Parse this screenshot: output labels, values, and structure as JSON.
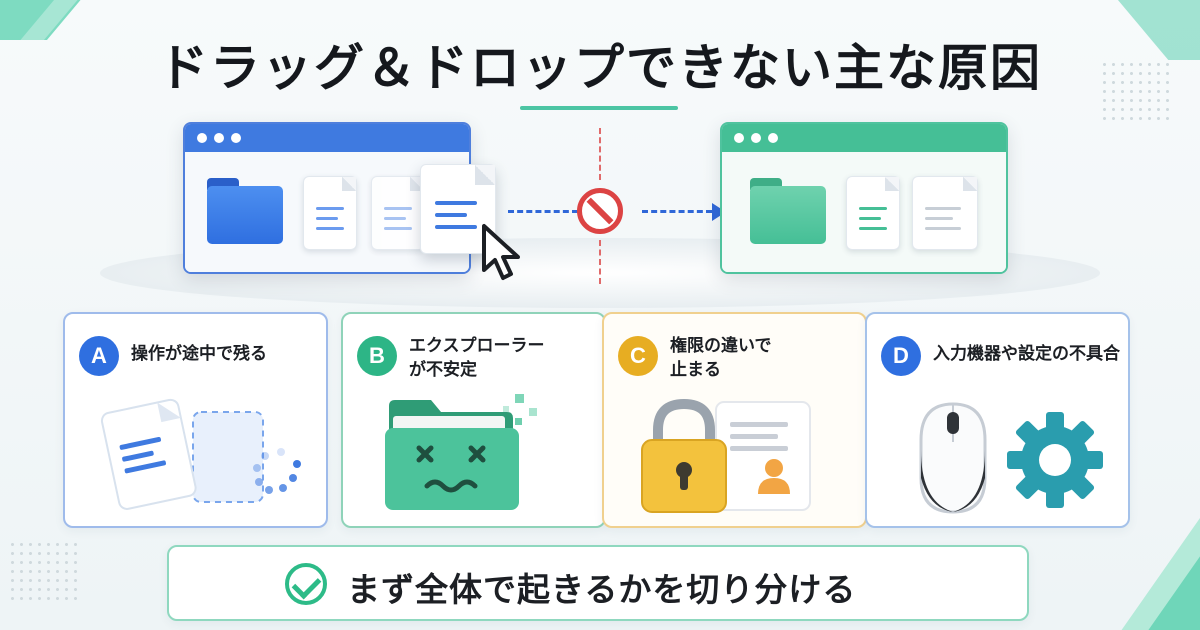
{
  "title": "ドラッグ＆ドロップできない主な原因",
  "colors": {
    "accent_green": "#45bf96",
    "accent_blue": "#3f7ae0",
    "blocked_red": "#dc4343",
    "badge_a": "#2f6fe0",
    "badge_b": "#2db586",
    "badge_c": "#e7ad22",
    "badge_d": "#2f6fe0"
  },
  "illustration": {
    "source_window": "file-explorer-window-blue",
    "target_window": "file-explorer-window-green",
    "blocked_icon": "prohibited-sign-icon",
    "cursor_icon": "mouse-pointer-icon"
  },
  "causes": [
    {
      "letter": "A",
      "label": "操作が途中で残る",
      "icon": "document-moving-loading-icon"
    },
    {
      "letter": "B",
      "label_lines": [
        "エクスプローラー",
        "が不安定"
      ],
      "icon": "broken-folder-icon"
    },
    {
      "letter": "C",
      "label_lines": [
        "権限の違いで",
        "止まる"
      ],
      "icon": "padlock-user-card-icon"
    },
    {
      "letter": "D",
      "label": "入力機器や設定の不具合",
      "icon": "mouse-gear-icon"
    }
  ],
  "conclusion": {
    "text": "まず全体で起きるかを切り分ける",
    "icon": "check-circle-icon"
  }
}
